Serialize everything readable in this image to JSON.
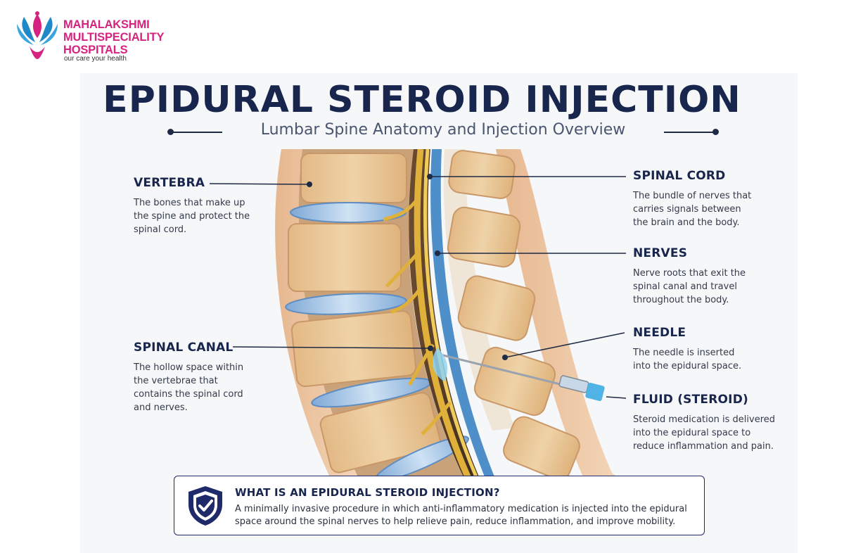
{
  "logo": {
    "line1": "MAHALAKSHMI",
    "line2": "MULTISPECIALITY",
    "line3": "HOSPITALS",
    "tagline": "our care your health"
  },
  "title": "EPIDURAL STEROID INJECTION",
  "subtitle": "Lumbar Spine Anatomy and Injection Overview",
  "labels": {
    "vertebra": {
      "title": "VERTEBRA",
      "text": "The bones that make up the spine and protect the spinal cord."
    },
    "spinal_canal": {
      "title": "SPINAL CANAL",
      "text": "The hollow space within the vertebrae that contains the spinal cord and nerves."
    },
    "spinal_cord": {
      "title": "SPINAL CORD",
      "text": "The bundle of nerves that carries signals between the brain and the body."
    },
    "nerves": {
      "title": "NERVES",
      "text": "Nerve roots that exit the spinal canal and travel throughout the body."
    },
    "needle": {
      "title": "NEEDLE",
      "text": "The needle is inserted into the epidural space."
    },
    "fluid": {
      "title": "FLUID (STEROID)",
      "text": "Steroid medication is delivered into the epidural space to reduce inflammation and pain."
    }
  },
  "info": {
    "heading": "WHAT IS AN EPIDURAL STEROID INJECTION?",
    "text": "A minimally invasive procedure in which anti-inflammatory medication is injected into the epidural space around the spinal nerves to help relieve pain, reduce inflammation, and improve mobility."
  },
  "colors": {
    "brand_pink": "#d6237f",
    "brand_blue": "#1e88c9",
    "navy": "#18254d",
    "bone": "#e9c99a",
    "disc": "#9cc3e6",
    "nerve": "#e0b13a"
  }
}
